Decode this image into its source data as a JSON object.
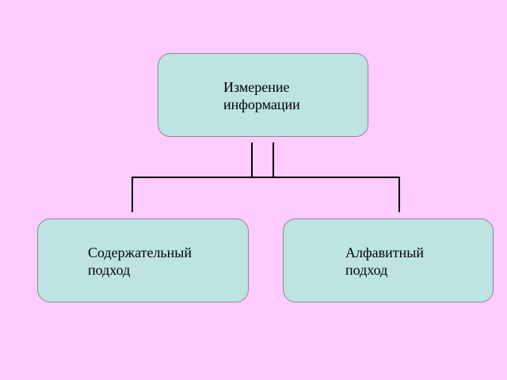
{
  "diagram": {
    "root": {
      "label": "Измерение\nинформации"
    },
    "children": [
      {
        "label": "Содержательный\nподход"
      },
      {
        "label": "Алфавитный\nподход"
      }
    ]
  },
  "colors": {
    "background": "#ffccff",
    "node_fill": "#bde3e3",
    "node_border": "#8c8c8c",
    "connector": "#000000"
  }
}
